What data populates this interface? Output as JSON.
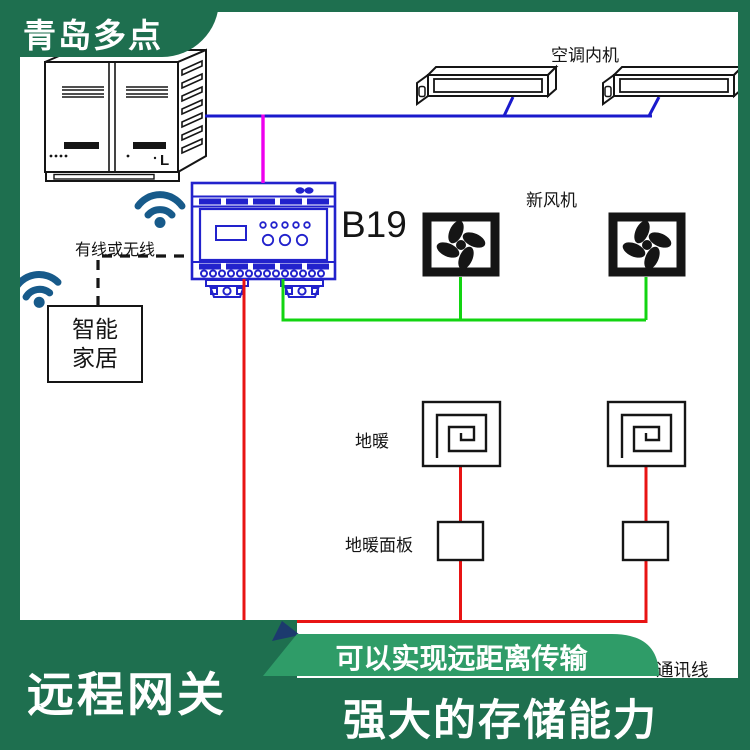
{
  "brand": {
    "badge": "青岛多点"
  },
  "labels": {
    "indoor_ac": "空调内机",
    "fresh_air_fan": "新风机",
    "wired_or_wireless": "有线或无线",
    "controller_model": "B19",
    "smart_home_line1": "智能",
    "smart_home_line2": "家居",
    "floor_heating": "地暖",
    "floor_heating_panel": "地暖面板",
    "comm_line": "通讯线",
    "outdoor_unit_mark": "L"
  },
  "banners": {
    "ribbon": "可以实现远距离传输",
    "gateway": "远程网关",
    "storage": "强大的存储能力"
  },
  "colors": {
    "green_dark": "#1e6f4f",
    "green_light": "#2f9c68",
    "navy": "#1c3a6e",
    "wifi_blue": "#175a8a",
    "wire_blue": "#1a1acc",
    "ctrl_blue": "#2222cc",
    "wire_magenta": "#ee00ee",
    "wire_red": "#e81414",
    "wire_green": "#12d411",
    "ink": "#151515"
  }
}
